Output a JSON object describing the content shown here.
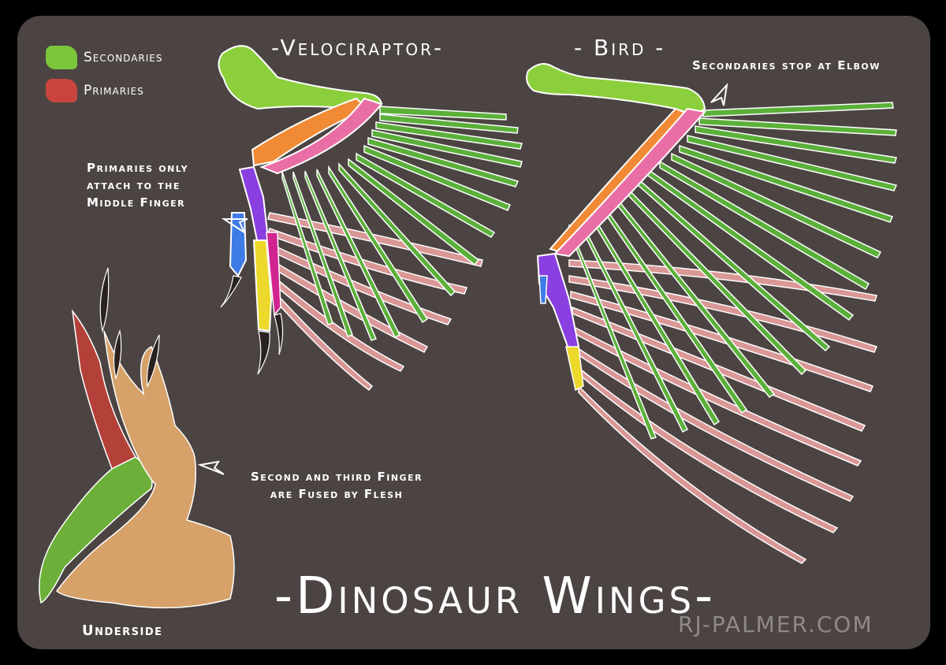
{
  "legend": {
    "secondaries": {
      "label": "Secondaries",
      "color": "#7cc63b"
    },
    "primaries": {
      "label": "Primaries",
      "color": "#c8453f"
    }
  },
  "titles": {
    "velociraptor": "-Velociraptor-",
    "bird": "- Bird -",
    "main": "-Dinosaur Wings-"
  },
  "annotations": {
    "primaries_attach": [
      "Primaries only",
      "attach to the",
      "Middle Finger"
    ],
    "secondaries_stop": "Secondaries stop at Elbow",
    "fused_fingers": [
      "Second and third Finger",
      "are Fused by Flesh"
    ],
    "underside": "Underside"
  },
  "credit": "RJ-PALMER.COM",
  "colors": {
    "background": "#4b4442",
    "frame": "#000000",
    "humerus": "#8ccf3c",
    "forearm": "#f18a35",
    "wrist_band": "#ea6ea6",
    "finger_purple": "#8a3fe0",
    "finger_blue": "#3d7be6",
    "finger_yellow": "#ecd92c",
    "secondary_feather": "#5bb03a",
    "primary_feather": "#d99796",
    "skin": "#d6a26a"
  }
}
